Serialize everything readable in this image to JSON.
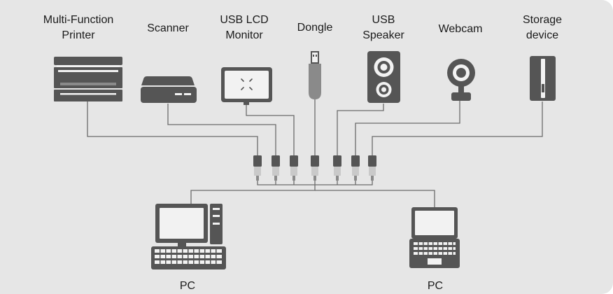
{
  "devices": [
    {
      "id": "multi-function-printer",
      "line1": "Multi-Function",
      "line2": "Printer",
      "icon": "printer-icon"
    },
    {
      "id": "scanner",
      "line1": "Scanner",
      "line2": "",
      "icon": "scanner-icon"
    },
    {
      "id": "usb-lcd-monitor",
      "line1": "USB LCD",
      "line2": "Monitor",
      "icon": "lcd-monitor-icon"
    },
    {
      "id": "dongle",
      "line1": "Dongle",
      "line2": "",
      "icon": "dongle-icon"
    },
    {
      "id": "usb-speaker",
      "line1": "USB",
      "line2": "Speaker",
      "icon": "speaker-icon"
    },
    {
      "id": "webcam",
      "line1": "Webcam",
      "line2": "",
      "icon": "webcam-icon"
    },
    {
      "id": "storage-device",
      "line1": "Storage",
      "line2": "device",
      "icon": "storage-device-icon"
    }
  ],
  "computers": [
    {
      "id": "desktop-pc",
      "label": "PC",
      "icon": "desktop-pc-icon"
    },
    {
      "id": "laptop-pc",
      "label": "PC",
      "icon": "laptop-icon"
    }
  ],
  "colors": {
    "panel": "#e6e6e6",
    "device": "#555555",
    "wire": "#6b6b6b"
  }
}
